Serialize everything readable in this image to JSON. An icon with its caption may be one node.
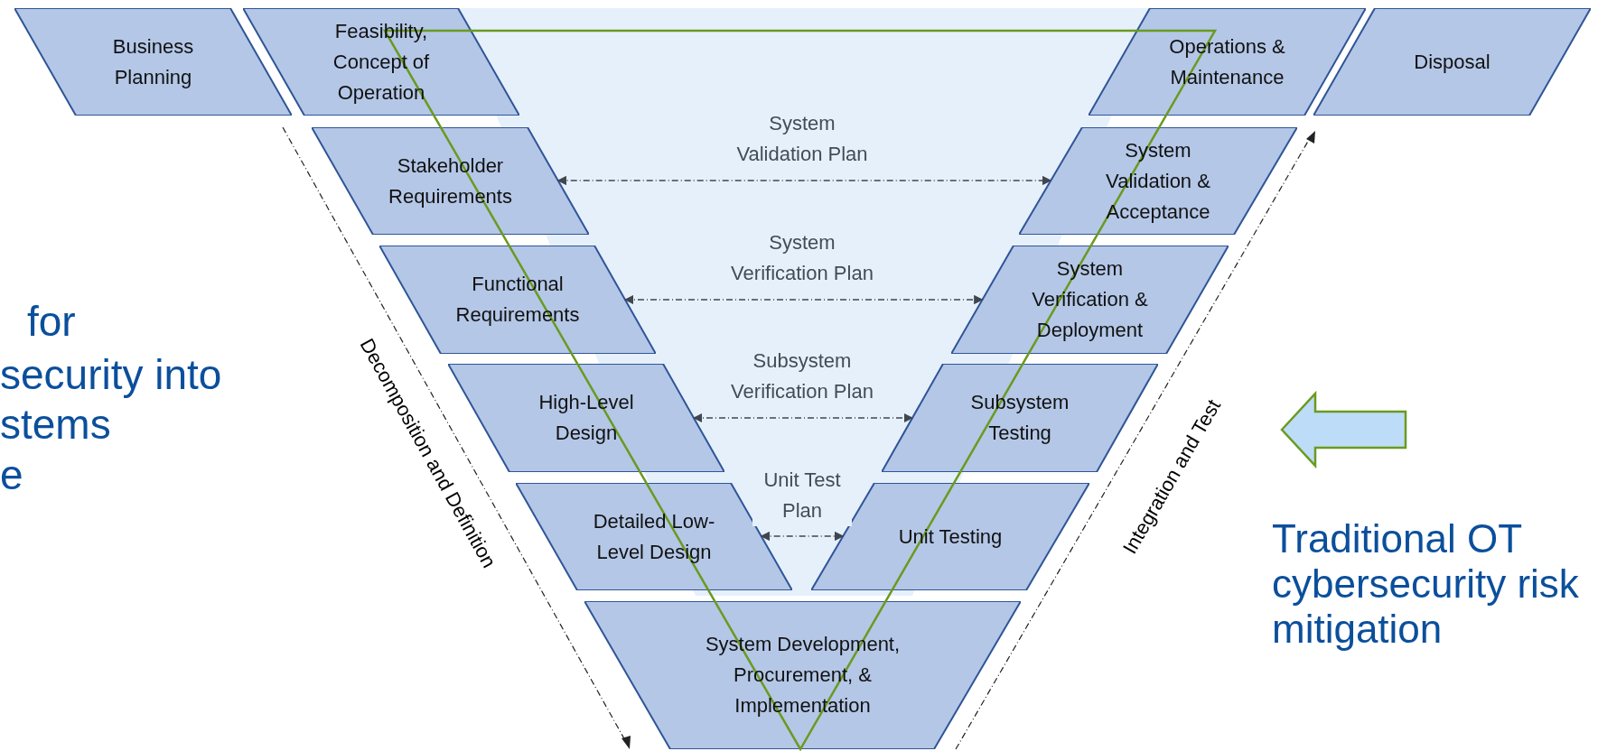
{
  "diagram": {
    "nodes": [
      {
        "text": [
          "Business Planning"
        ]
      },
      {
        "text": [
          "Feasibility, Concept of Operation"
        ]
      },
      {
        "text": [
          "Operations & Maintenance"
        ]
      },
      {
        "text": [
          "Disposal"
        ]
      },
      {
        "text": [
          "Stakeholder Requirements"
        ]
      },
      {
        "text": [
          "System Validation & Acceptance"
        ]
      },
      {
        "text": [
          "Functional Requirements"
        ]
      },
      {
        "text": [
          "System Verification & Deployment"
        ]
      },
      {
        "text": [
          "High-Level Design"
        ]
      },
      {
        "text": [
          "Subsystem Testing"
        ]
      },
      {
        "text": [
          "Detailed Low-Level Design"
        ]
      },
      {
        "text": [
          "Unit Testing"
        ]
      },
      {
        "text": [
          "System Development, Procurement, & Implementation"
        ]
      }
    ],
    "edges": [
      {
        "from": 4,
        "to": 5,
        "arrow": "both",
        "label": "System Validation Plan",
        "style": "dashed"
      },
      {
        "from": 6,
        "to": 7,
        "arrow": "both",
        "label": "System Verification Plan",
        "style": "dashed"
      },
      {
        "from": 8,
        "to": 9,
        "arrow": "both",
        "label": "Subsystem Verification Plan",
        "style": "dashed"
      },
      {
        "from": 10,
        "to": 11,
        "arrow": "both",
        "label": "Unit Test Plan",
        "style": "dashed"
      }
    ],
    "labels": [
      "Decomposition and Definition",
      "Integration and Test",
      "for",
      "security into",
      "stems",
      "e",
      "Traditional OT cybersecurity risk mitigation"
    ]
  }
}
